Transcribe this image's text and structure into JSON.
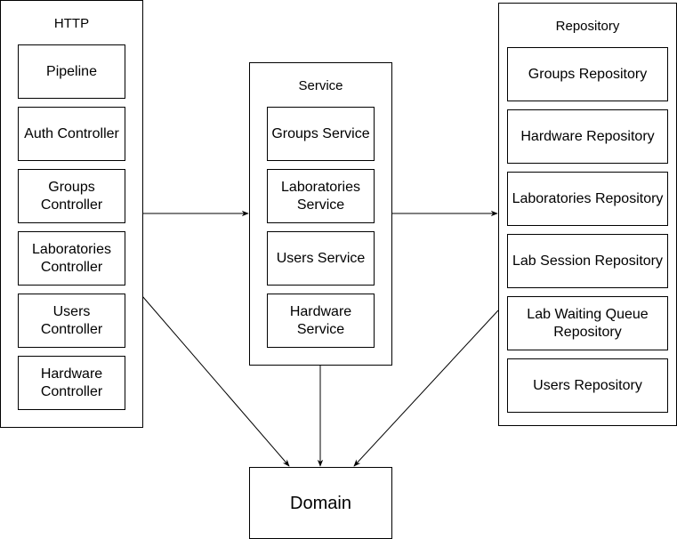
{
  "http": {
    "title": "HTTP",
    "items": [
      "Pipeline",
      "Auth Controller",
      "Groups\nController",
      "Laboratories\nController",
      "Users Controller",
      "Hardware\nController"
    ]
  },
  "service": {
    "title": "Service",
    "items": [
      "Groups Service",
      "Laboratories\nService",
      "Users Service",
      "Hardware\nService"
    ]
  },
  "repository": {
    "title": "Repository",
    "items": [
      "Groups Repository",
      "Hardware Repository",
      "Laboratories Repository",
      "Lab Session Repository",
      "Lab Waiting Queue\nRepository",
      "Users Repository"
    ]
  },
  "domain": {
    "label": "Domain"
  },
  "edges": [
    {
      "from": "http",
      "to": "service"
    },
    {
      "from": "service",
      "to": "repository"
    },
    {
      "from": "http",
      "to": "domain"
    },
    {
      "from": "service",
      "to": "domain"
    },
    {
      "from": "repository",
      "to": "domain"
    }
  ]
}
